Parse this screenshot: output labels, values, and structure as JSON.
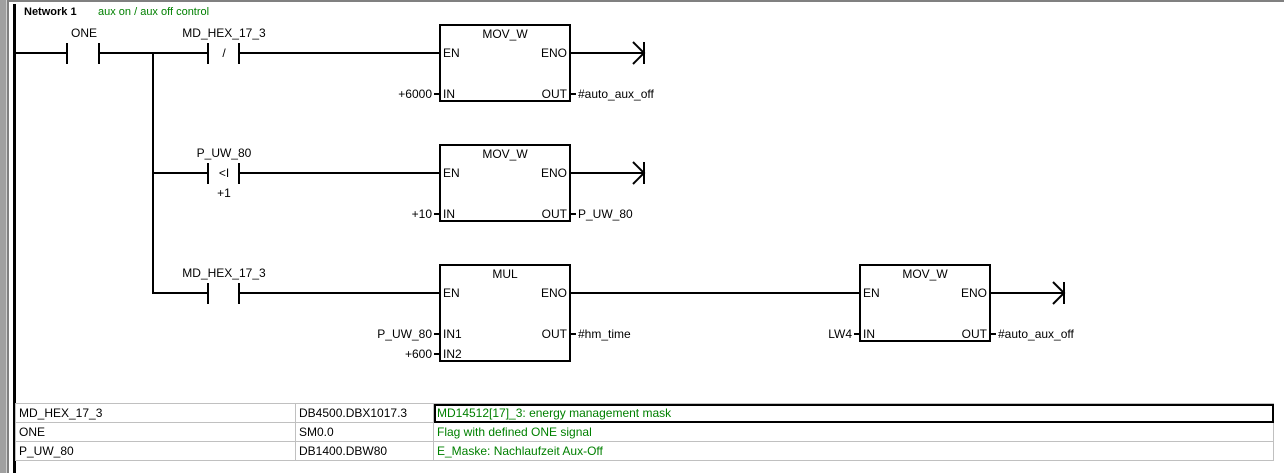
{
  "network": {
    "title": "Network 1",
    "comment": "aux on / aux off control"
  },
  "contacts": [
    {
      "id": "one",
      "symbol": "ONE",
      "glyph": "",
      "operand": ""
    },
    {
      "id": "md-hex-nc",
      "symbol": "MD_HEX_17_3",
      "glyph": "/",
      "operand": ""
    },
    {
      "id": "p-uw-cmp",
      "symbol": "P_UW_80",
      "glyph": "<I",
      "operand": "+1"
    },
    {
      "id": "md-hex-no",
      "symbol": "MD_HEX_17_3",
      "glyph": "",
      "operand": ""
    }
  ],
  "boxes": [
    {
      "title": "MOV_W",
      "en": "EN",
      "eno": "ENO",
      "in_pins": [
        {
          "pin": "IN",
          "value": "+6000"
        }
      ],
      "out_pin": "OUT",
      "out_value": "#auto_aux_off"
    },
    {
      "title": "MOV_W",
      "en": "EN",
      "eno": "ENO",
      "in_pins": [
        {
          "pin": "IN",
          "value": "+10"
        }
      ],
      "out_pin": "OUT",
      "out_value": "P_UW_80"
    },
    {
      "title": "MUL",
      "en": "EN",
      "eno": "ENO",
      "in_pins": [
        {
          "pin": "IN1",
          "value": "P_UW_80"
        },
        {
          "pin": "IN2",
          "value": "+600"
        }
      ],
      "out_pin": "OUT",
      "out_value": "#hm_time"
    },
    {
      "title": "MOV_W",
      "en": "EN",
      "eno": "ENO",
      "in_pins": [
        {
          "pin": "IN",
          "value": "LW4"
        }
      ],
      "out_pin": "OUT",
      "out_value": "#auto_aux_off"
    }
  ],
  "symbol_table": [
    {
      "symbol": "MD_HEX_17_3",
      "address": "DB4500.DBX1017.3",
      "comment": "MD14512[17]_3: energy management mask"
    },
    {
      "symbol": "ONE",
      "address": "SM0.0",
      "comment": "Flag with defined ONE signal"
    },
    {
      "symbol": "P_UW_80",
      "address": "DB1400.DBW80",
      "comment": "E_Maske: Nachlaufzeit Aux-Off"
    }
  ]
}
